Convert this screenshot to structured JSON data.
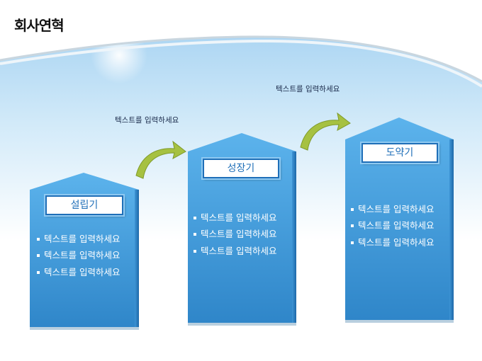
{
  "title": "회사연혁",
  "captions": {
    "left": "텍스트를 입력하세요",
    "right": "텍스트를 입력하세요"
  },
  "stages": [
    {
      "label": "설립기",
      "items": [
        "텍스트를 입력하세요",
        "텍스트를 입력하세요",
        "텍스트를 입력하세요"
      ]
    },
    {
      "label": "성장기",
      "items": [
        "텍스트를 입력하세요",
        "텍스트를 입력하세요",
        "텍스트를 입력하세요"
      ]
    },
    {
      "label": "도약기",
      "items": [
        "텍스트를 입력하세요",
        "텍스트를 입력하세요",
        "텍스트를 입력하세요"
      ]
    }
  ],
  "colors": {
    "arrow_body": "#4fa3e0",
    "label_border": "#1f6fb8",
    "curve_arrow": "#9bb83a",
    "sky": "#b7dcf4"
  },
  "icons": [
    "curved-arrow-icon",
    "curved-arrow-icon"
  ]
}
